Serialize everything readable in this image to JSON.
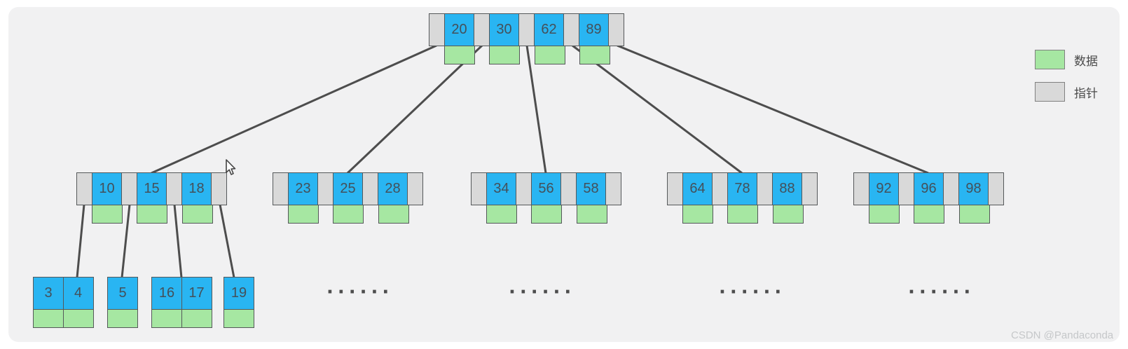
{
  "colors": {
    "key_blue": "#29b5f2",
    "data_green": "#a6e7a2",
    "pointer_gray": "#d9d9d9",
    "cell_border": "#55585a",
    "edge_line": "#4d4d4d",
    "panel_background": "#f1f1f2",
    "page_background": "#ffffff",
    "cell_text": "#44505a",
    "watermark_text": "#c5c7c9"
  },
  "legend": {
    "items": [
      {
        "swatch": "green",
        "label": "数据"
      },
      {
        "swatch": "gray",
        "label": "指针"
      }
    ]
  },
  "watermark": "CSDN @Pandaconda",
  "tree": {
    "root": {
      "keys": [
        "20",
        "30",
        "62",
        "89"
      ]
    },
    "level2": [
      {
        "keys": [
          "10",
          "15",
          "18"
        ]
      },
      {
        "keys": [
          "23",
          "25",
          "28"
        ]
      },
      {
        "keys": [
          "34",
          "56",
          "58"
        ]
      },
      {
        "keys": [
          "64",
          "78",
          "88"
        ]
      },
      {
        "keys": [
          "92",
          "96",
          "98"
        ]
      }
    ],
    "leaves": [
      {
        "keys": [
          "3",
          "4"
        ]
      },
      {
        "keys": [
          "5"
        ]
      },
      {
        "keys": [
          "16",
          "17"
        ]
      },
      {
        "keys": [
          "19"
        ]
      }
    ],
    "ellipsis": "······"
  }
}
